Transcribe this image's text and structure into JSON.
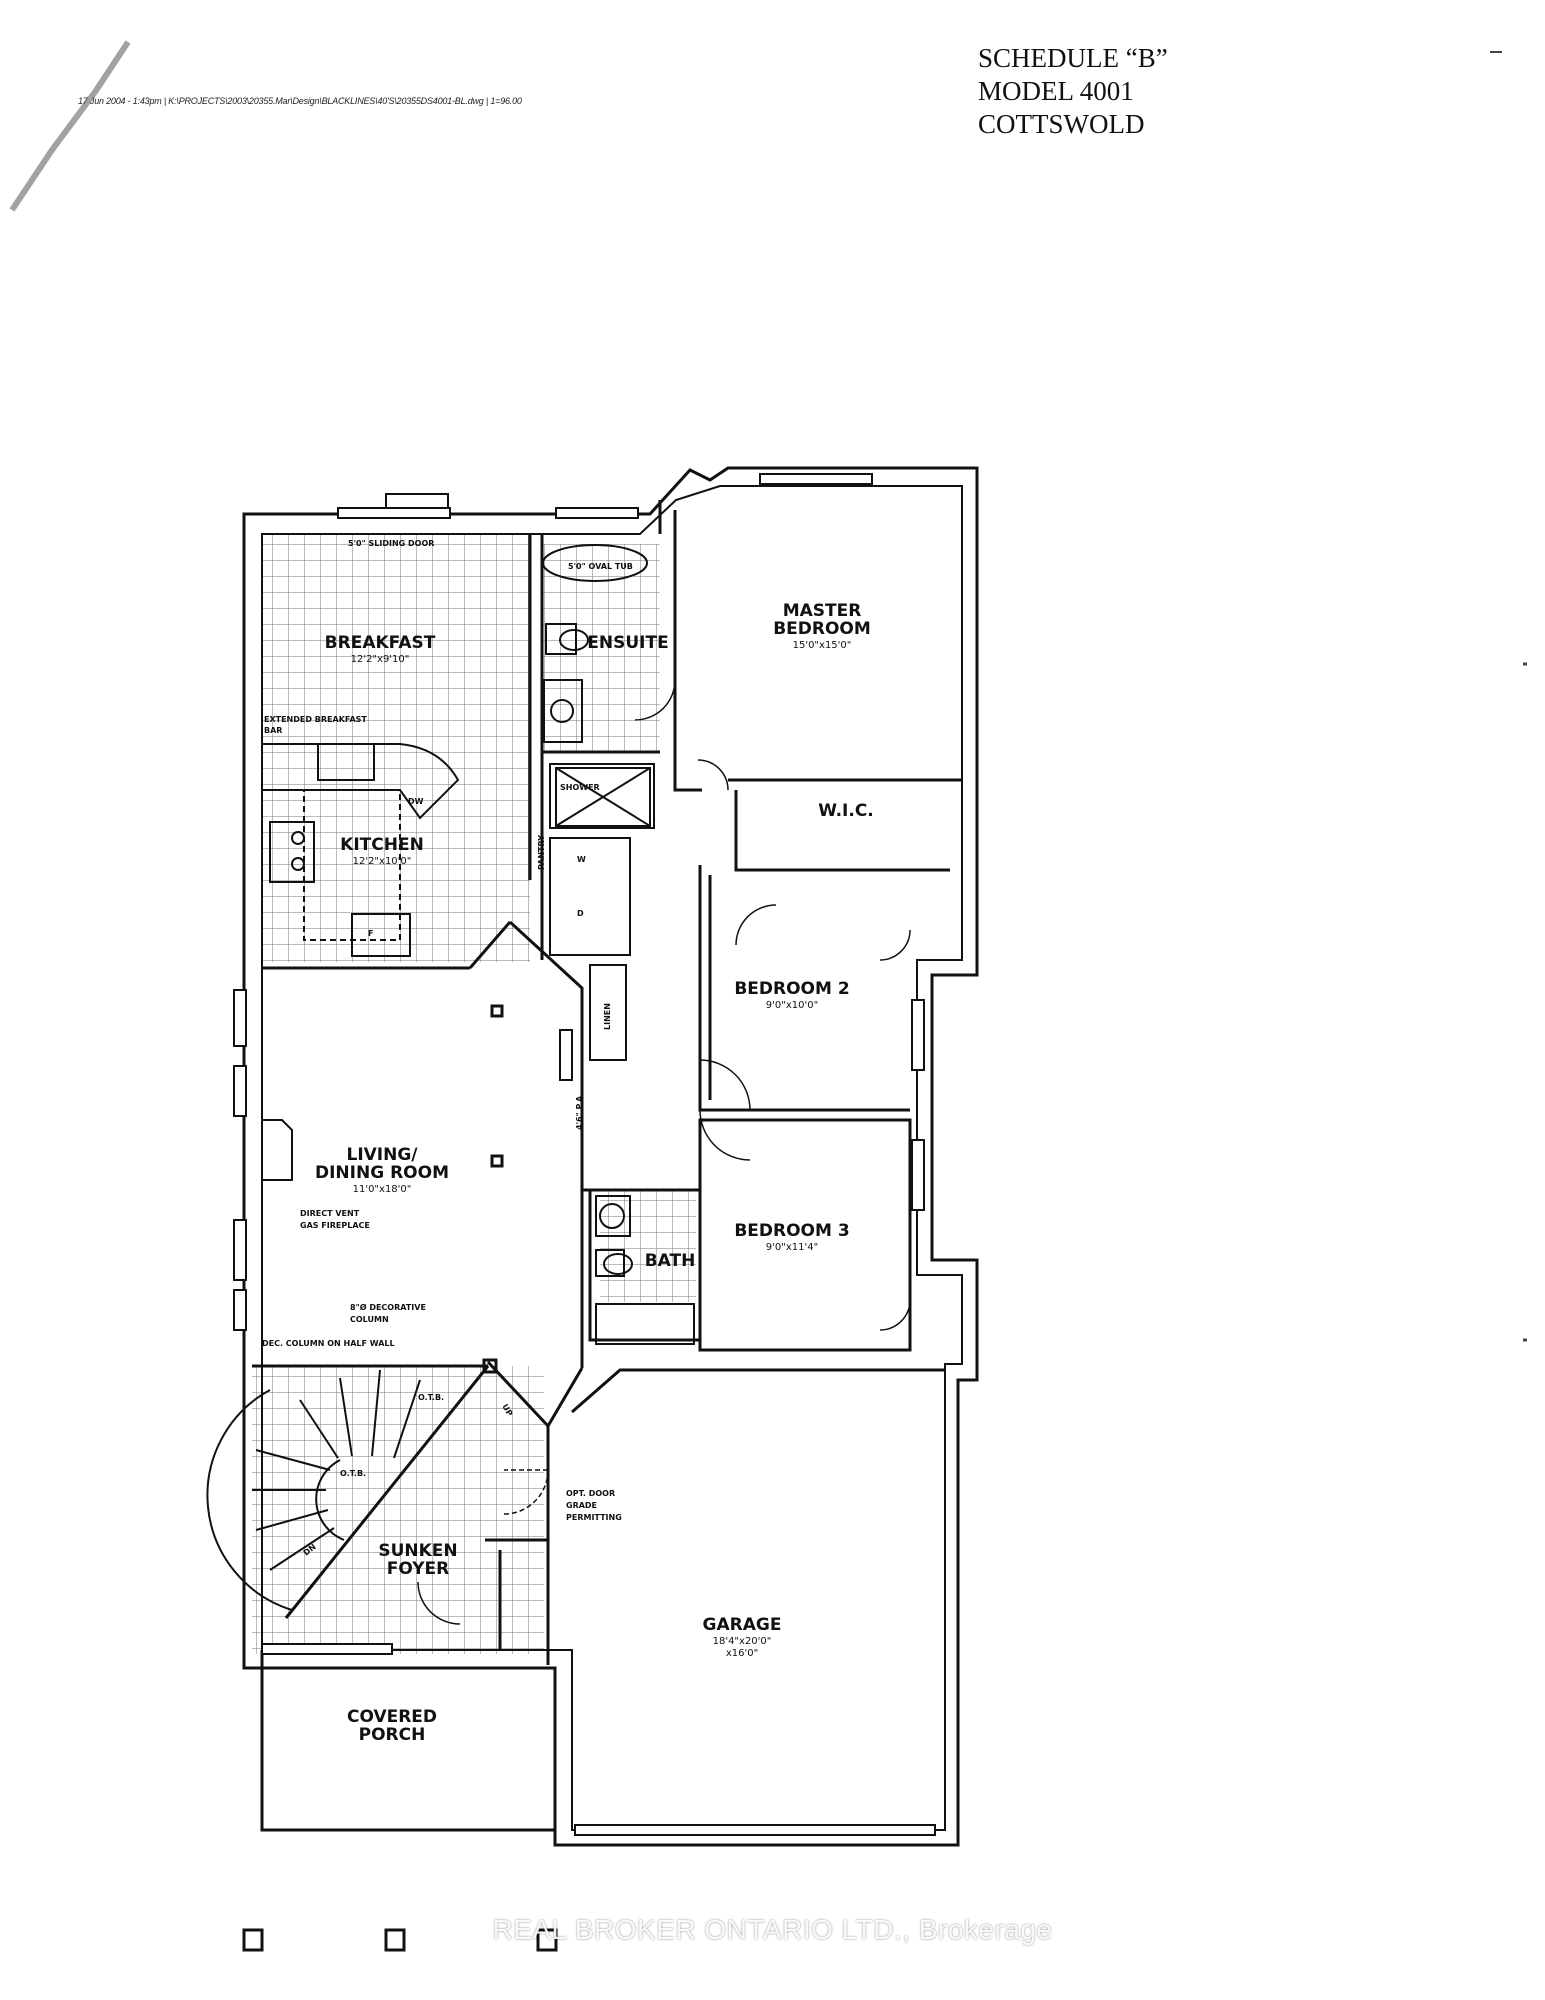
{
  "header": {
    "schedule": "SCHEDULE “B”",
    "model": "MODEL 4001",
    "name": "COTTSWOLD"
  },
  "plot_path": "17 Jun 2004 - 1:43pm | K:\\PROJECTS\\2003\\20355.Mar\\Design\\BLACKLINES\\40'S\\20355DS4001-BL.dwg | 1=96.00",
  "rooms": {
    "breakfast": {
      "name": "BREAKFAST",
      "dims": "12'2\"x9'10\""
    },
    "kitchen": {
      "name": "KITCHEN",
      "dims": "12'2\"x10'0\""
    },
    "ensuite": {
      "name": "ENSUITE"
    },
    "master": {
      "name1": "MASTER",
      "name2": "BEDROOM",
      "dims": "15'0\"x15'0\""
    },
    "wic": {
      "name": "W.I.C."
    },
    "living": {
      "name1": "LIVING/",
      "name2": "DINING ROOM",
      "dims": "11'0\"x18'0\""
    },
    "bedroom2": {
      "name": "BEDROOM 2",
      "dims": "9'0\"x10'0\""
    },
    "bedroom3": {
      "name": "BEDROOM 3",
      "dims": "9'0\"x11'4\""
    },
    "bath": {
      "name": "BATH"
    },
    "foyer": {
      "name1": "SUNKEN",
      "name2": "FOYER"
    },
    "garage": {
      "name": "GARAGE",
      "dims1": "18'4\"x20'0\"",
      "dims2": "x16'0\""
    },
    "porch": {
      "name1": "COVERED",
      "name2": "PORCH"
    }
  },
  "notes": {
    "sliding_door": "5'0\" SLIDING DOOR",
    "oval_tub": "5'0\" OVAL TUB",
    "bar1": "EXTENDED BREAKFAST",
    "bar2": "BAR",
    "dw": "DW",
    "fridge": "F",
    "pantry": "PANTRY",
    "shower": "SHOWER",
    "washer": "W",
    "dryer": "D",
    "linen": "LINEN",
    "fireplace1": "DIRECT VENT",
    "fireplace2": "GAS FIREPLACE",
    "column1": "8\"Ø DECORATIVE",
    "column2": "COLUMN",
    "half_wall": "DEC. COLUMN ON HALF WALL",
    "otb": "O.T.B.",
    "otb2": "O.T.B.",
    "dn": "DN",
    "up": "UP",
    "opening": "4'6\" P.A.",
    "door1": "OPT. DOOR",
    "door2": "GRADE",
    "door3": "PERMITTING"
  },
  "watermark": "REAL BROKER ONTARIO LTD., Brokerage"
}
